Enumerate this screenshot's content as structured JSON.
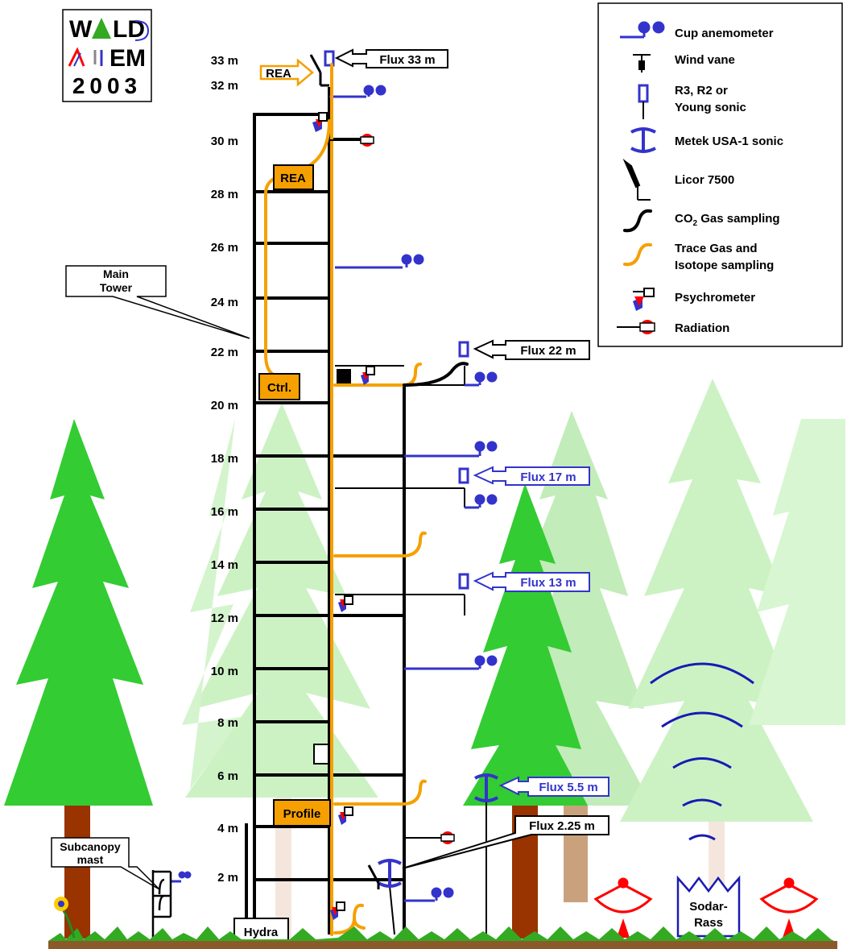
{
  "logo": {
    "line1_a": "W",
    "line1_b": "LD",
    "line2_b": "EM",
    "line3": "2003"
  },
  "heights": [
    "33 m",
    "32 m",
    "30 m",
    "28 m",
    "26 m",
    "24 m",
    "22 m",
    "20 m",
    "18 m",
    "16 m",
    "14 m",
    "12 m",
    "10 m",
    "8 m",
    "6 m",
    "4 m",
    "2 m"
  ],
  "callouts": {
    "flux33": "Flux 33 m",
    "flux22": "Flux 22 m",
    "flux17": "Flux 17 m",
    "flux13": "Flux 13 m",
    "flux55": "Flux 5.5 m",
    "flux225": "Flux 2.25 m",
    "main_tower_1": "Main",
    "main_tower_2": "Tower",
    "subcanopy_1": "Subcanopy",
    "subcanopy_2": "mast"
  },
  "boxes": {
    "rea_top": "REA",
    "rea": "REA",
    "ctrl": "Ctrl.",
    "profile": "Profile",
    "hydra": "Hydra",
    "sodar_1": "Sodar-",
    "sodar_2": "Rass"
  },
  "legend": {
    "cup": "Cup anemometer",
    "vane": "Wind vane",
    "sonic_1": "R3, R2 or",
    "sonic_2": "Young sonic",
    "metek": "Metek USA-1 sonic",
    "licor": "Licor 7500",
    "co2": "CO",
    "co2_sub": "2",
    "co2_rest": " Gas sampling",
    "trace_1": "Trace Gas and",
    "trace_2": "Isotope sampling",
    "psychro": "Psychrometer",
    "radiation": "Radiation"
  },
  "colors": {
    "instrument_blue": "#3333cc",
    "gas_orange": "#f5a000",
    "tree_green": "#33cc33",
    "tree_pale": "#ccf2c4",
    "trunk": "#993300",
    "dish_red": "#ff0000"
  }
}
